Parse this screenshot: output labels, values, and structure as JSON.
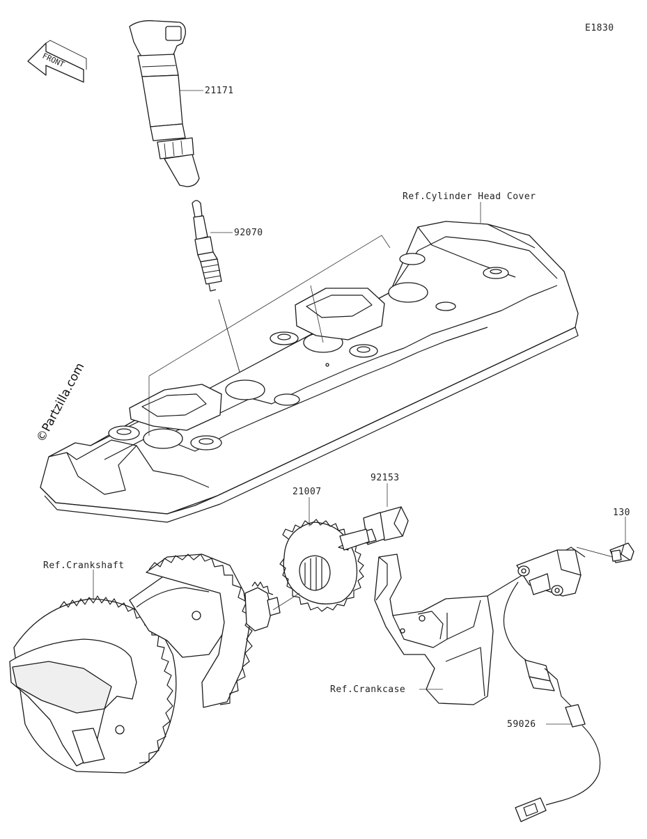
{
  "diagram_code": "E1830",
  "front_arrow": "FRONT",
  "watermark": "©Partzilla.com",
  "parts": [
    {
      "number": "21171"
    },
    {
      "number": "92070"
    },
    {
      "number": "21007"
    },
    {
      "number": "92153"
    },
    {
      "number": "130"
    },
    {
      "number": "59026"
    }
  ],
  "references": [
    {
      "text": "Ref.Cylinder Head Cover"
    },
    {
      "text": "Ref.Crankshaft"
    },
    {
      "text": "Ref.Crankcase"
    }
  ]
}
